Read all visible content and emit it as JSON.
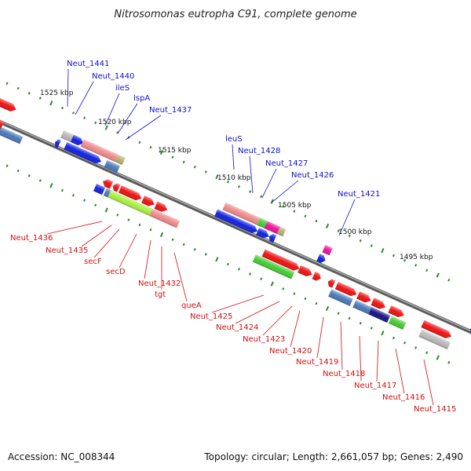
{
  "title": "Nitrosomonas eutropha C91, complete genome",
  "footer": {
    "accession": "Accession: NC_008344",
    "summary": "Topology: circular; Length: 2,661,057 bp; Genes: 2,490"
  },
  "colors": {
    "backbone": "#7a7a7a",
    "dots": "#2a8a2a",
    "label_blue": "#1010c8",
    "label_red": "#d01010",
    "cds_red": "#ee1111",
    "cds_blue": "#1020e0",
    "rna_pink": "#f08a8a",
    "steelblue": "#4a78b8",
    "green": "#44cc33",
    "lightgreen": "#aaee44",
    "magenta": "#ee1199",
    "navy": "#121288",
    "grey": "#b8b8b8",
    "olive": "#b8b070"
  },
  "ticks": [
    "1525 kbp",
    "1520 kbp",
    "1515 kbp",
    "1510 kbp",
    "1505 kbp",
    "1500 kbp",
    "1495 kbp"
  ],
  "top_labels": [
    "Neut_1441",
    "Neut_1440",
    "ileS",
    "lspA",
    "Neut_1437",
    "leuS",
    "Neut_1428",
    "Neut_1427",
    "Neut_1426",
    "Neut_1421"
  ],
  "bottom_labels": [
    "Neut_1436",
    "Neut_1435",
    "secF",
    "secD",
    "Neut_1432",
    "tgt",
    "queA",
    "Neut_1425",
    "Neut_1424",
    "Neut_1423",
    "Neut_1420",
    "Neut_1419",
    "Neut_1418",
    "Neut_1417",
    "Neut_1416",
    "Neut_1415"
  ]
}
